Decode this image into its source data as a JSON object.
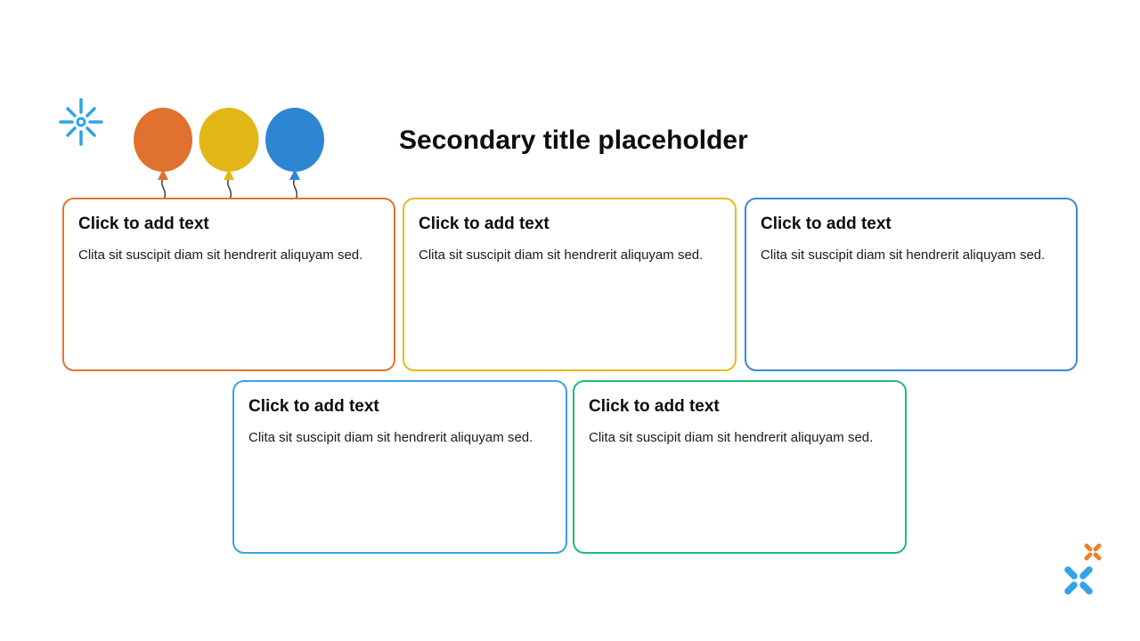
{
  "slide": {
    "title": "Secondary title placeholder",
    "background": "#FFFFFF",
    "text_color": "#0D0D0D",
    "cards": [
      {
        "heading": "Click to add text",
        "body": "Clita sit suscipit diam sit hendrerit aliquyam sed.",
        "accent": "#E0752F"
      },
      {
        "heading": "Click to add text",
        "body": "Clita sit suscipit diam sit hendrerit aliquyam sed.",
        "accent": "#E5BB1C"
      },
      {
        "heading": "Click to add text",
        "body": "Clita sit suscipit diam sit hendrerit aliquyam sed.",
        "accent": "#3A88D8"
      },
      {
        "heading": "Click to add text",
        "body": "Clita sit suscipit diam sit hendrerit aliquyam sed.",
        "accent": "#38A3E6"
      },
      {
        "heading": "Click to add text",
        "body": "Clita sit suscipit diam sit hendrerit aliquyam sed.",
        "accent": "#1FBC78"
      }
    ],
    "decor": {
      "sparkle_color": "#2EA3E3",
      "string_color": "#4A4A4A",
      "balloons": [
        {
          "name": "balloon-orange",
          "color": "#E0712F"
        },
        {
          "name": "balloon-yellow",
          "color": "#E2B616"
        },
        {
          "name": "balloon-blue",
          "color": "#2E86D3"
        }
      ],
      "logo": {
        "small_x_color": "#E8822F",
        "large_x_color": "#35A3E8"
      }
    }
  }
}
